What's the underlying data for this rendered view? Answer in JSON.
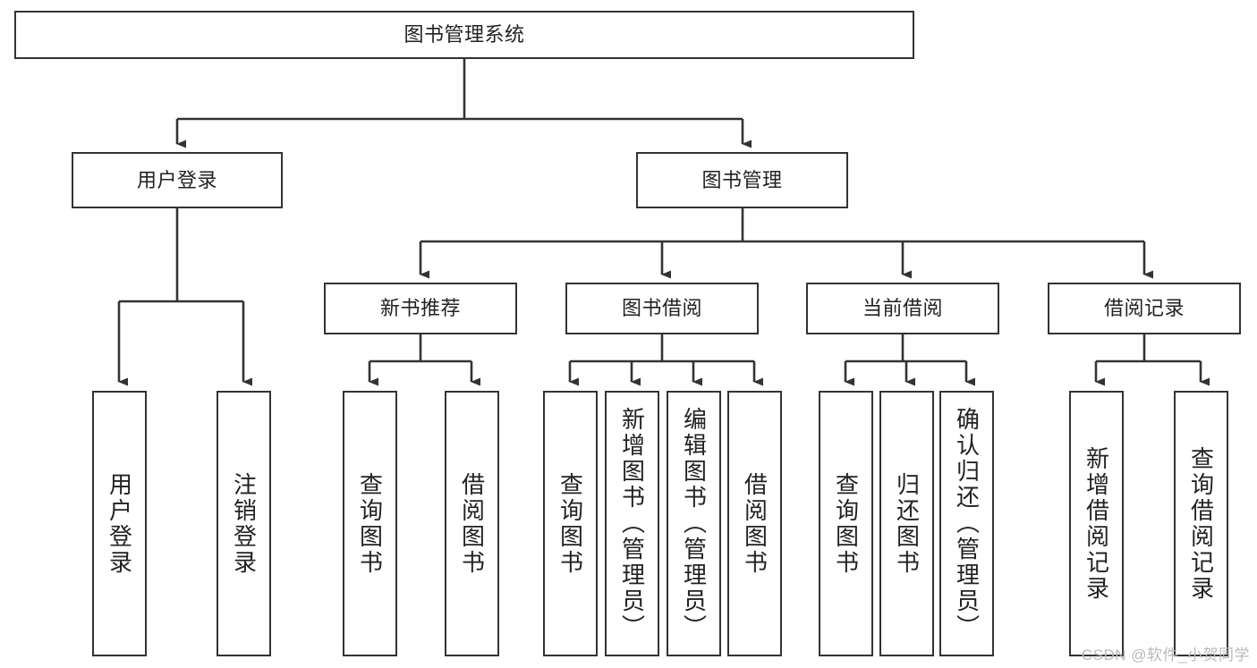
{
  "diagram": {
    "title": "图书管理系统",
    "root": {
      "id": "root",
      "label": "图书管理系统"
    },
    "level2": [
      {
        "id": "user-login",
        "label": "用户登录"
      },
      {
        "id": "book-manage",
        "label": "图书管理"
      }
    ],
    "level3": [
      {
        "id": "new-book-recommend",
        "label": "新书推荐"
      },
      {
        "id": "book-borrow",
        "label": "图书借阅"
      },
      {
        "id": "current-borrow",
        "label": "当前借阅"
      },
      {
        "id": "borrow-record",
        "label": "借阅记录"
      }
    ],
    "leaves": {
      "user_login": [
        {
          "id": "leaf-user-login",
          "label": "用户登录"
        },
        {
          "id": "leaf-logout",
          "label": "注销登录"
        }
      ],
      "new_book_recommend": [
        {
          "id": "leaf-query-book-1",
          "label": "查询图书"
        },
        {
          "id": "leaf-borrow-book-1",
          "label": "借阅图书"
        }
      ],
      "book_borrow": [
        {
          "id": "leaf-query-book-2",
          "label": "查询图书"
        },
        {
          "id": "leaf-add-book",
          "label": "新增图书（管理员）"
        },
        {
          "id": "leaf-edit-book",
          "label": "编辑图书（管理员）"
        },
        {
          "id": "leaf-borrow-book-2",
          "label": "借阅图书"
        }
      ],
      "current_borrow": [
        {
          "id": "leaf-query-book-3",
          "label": "查询图书"
        },
        {
          "id": "leaf-return-book",
          "label": "归还图书"
        },
        {
          "id": "leaf-confirm-return",
          "label": "确认归还（管理员）"
        }
      ],
      "borrow_record": [
        {
          "id": "leaf-add-record",
          "label": "新增借阅记录"
        },
        {
          "id": "leaf-query-record",
          "label": "查询借阅记录"
        }
      ]
    }
  },
  "watermark": {
    "text": "CSDN @软件_小贺同学"
  },
  "colors": {
    "border": "#333333",
    "background": "#ffffff",
    "text": "#222222",
    "watermark": "#b9b9b9"
  }
}
